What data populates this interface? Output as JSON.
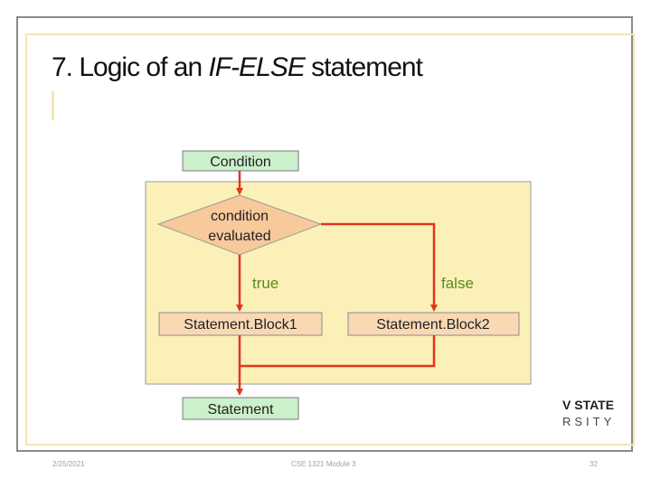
{
  "slide": {
    "title_prefix": "7. Logic of an ",
    "title_italic": "IF-ELSE",
    "title_suffix": " statement",
    "footer_date": "2/25/2021",
    "footer_course": "CSE 1321 Module 3",
    "footer_page": "32",
    "logo_line1": "V STATE",
    "logo_line2": "RSITY"
  },
  "flowchart": {
    "condition_label": "Condition",
    "decision_line1": "condition",
    "decision_line2": "evaluated",
    "true_label": "true",
    "false_label": "false",
    "block1_label": "Statement.Block1",
    "block2_label": "Statement.Block2",
    "end_label": "Statement",
    "colors": {
      "green_box": "#ccefcc",
      "panel": "#fbf1b8",
      "diamond": "#f7c99b",
      "block": "#f9d9b4",
      "arrow": "#e0361f",
      "label_green": "#5a8a1e"
    }
  }
}
